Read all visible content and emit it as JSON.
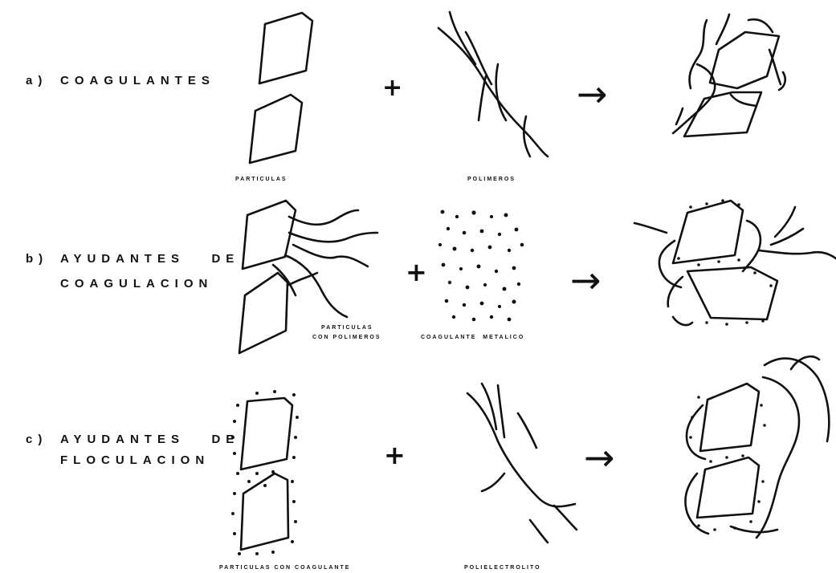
{
  "rows": [
    {
      "letter": "a)",
      "title_lines": [
        "COAGULANTES"
      ],
      "left_caption": "PARTICULAS",
      "middle_caption": "POLIMEROS"
    },
    {
      "letter": "b)",
      "title_lines": [
        "AYUDANTES   DE",
        "COAGULACION"
      ],
      "left_caption_lines": [
        "PARTICULAS",
        "CON POLIMEROS"
      ],
      "middle_caption": "COAGULANTE  METALICO"
    },
    {
      "letter": "c)",
      "title_lines": [
        "AYUDANTES   DE",
        "FLOCULACION"
      ],
      "left_caption": "PARTICULAS CON COAGULANTE",
      "middle_caption": "POLIELECTROLITO"
    }
  ],
  "symbols": {
    "plus": "+",
    "arrow": "→"
  }
}
